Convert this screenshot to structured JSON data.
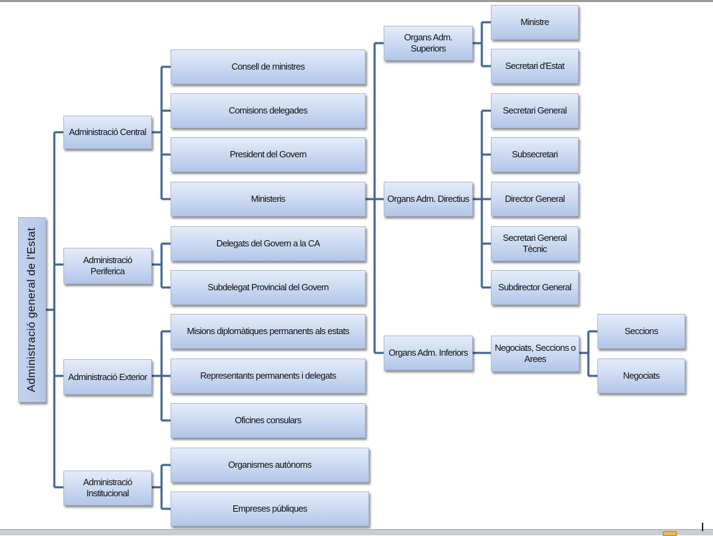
{
  "diagram": {
    "root": "Administració general de l'Estat",
    "level1": [
      "Administració Central",
      "Administració Periferica",
      "Administració Exterior",
      "Administració Institucional"
    ],
    "central_children": [
      "Consell de ministres",
      "Comisions delegades",
      "President del Govern",
      "Ministeris"
    ],
    "periferica_children": [
      "Delegats del Govern a la CA",
      "Subdelegat Provincial del Govern"
    ],
    "exterior_children": [
      "Misions diplomàtiques permanents als estats",
      "Representants permanents i delegats",
      "Oficines consulars"
    ],
    "institucional_children": [
      "Organismes autònoms",
      "Empreses públiques"
    ],
    "organs": [
      "Organs Adm. Superiors",
      "Organs Adm. Directius",
      "Organs Adm. Inferiors"
    ],
    "superiors_children": [
      "Ministre",
      "Secretari d'Estat"
    ],
    "directius_children": [
      "Secretari General",
      "Subsecretari",
      "Director General",
      "Secretari General Tècnic",
      "Subdirector General"
    ],
    "inferiors_child": "Negociats, Seccions o Arees",
    "negociats_children": [
      "Seccions",
      "Negociats"
    ]
  }
}
